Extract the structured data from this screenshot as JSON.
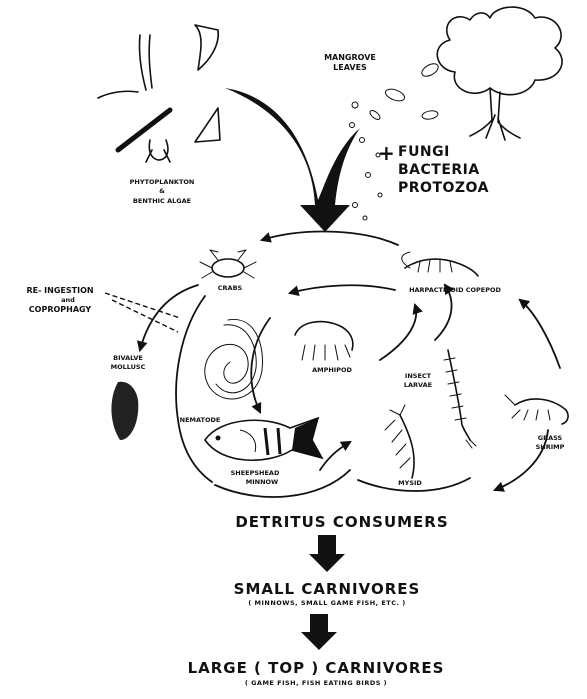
{
  "inputs": {
    "mangrove_leaves": [
      "MANGROVE",
      "LEAVES"
    ],
    "microbes": [
      "FUNGI",
      "BACTERIA",
      "PROTOZOA"
    ],
    "phytoplankton": [
      "PHYTOPLANKTON",
      "&",
      "BENTHIC ALGAE"
    ],
    "plus_sign": "+"
  },
  "organisms": {
    "crabs": "CRABS",
    "harpacticoid_copepod": "HARPACTICOID COPEPOD",
    "bivalve_mollusc": [
      "BIVALVE",
      "MOLLUSC"
    ],
    "amphipod": "AMPHIPOD",
    "insect_larvae": [
      "INSECT",
      "LARVAE"
    ],
    "nematode": "NEMATODE",
    "sheepshead_minnow": [
      "SHEEPSHEAD",
      "MINNOW"
    ],
    "mysid": "MYSID",
    "grass_shrimp": [
      "GRASS",
      "SHRIMP"
    ]
  },
  "reingestion": [
    "RE- INGESTION",
    "and",
    "COPROPHAGY"
  ],
  "levels": {
    "detritus_consumers": "DETRITUS CONSUMERS",
    "small_carnivores": "SMALL CARNIVORES",
    "small_carnivores_examples": "( MINNOWS, SMALL GAME FISH, ETC. )",
    "large_carnivores": "LARGE ( TOP ) CARNIVORES",
    "large_carnivores_examples": "( GAME FISH, FISH EATING BIRDS )"
  },
  "colors": {
    "ink": "#111111",
    "background": "#ffffff"
  }
}
